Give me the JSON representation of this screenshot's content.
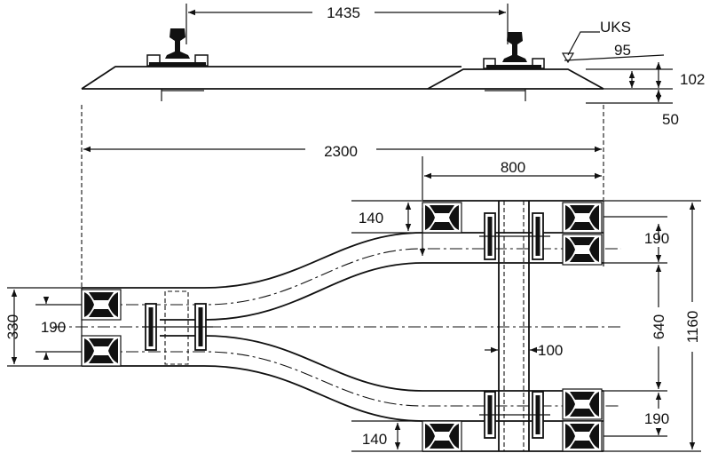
{
  "labels": {
    "gauge": "1435",
    "uks": "UKS",
    "rail_drop": "95",
    "height_total": "102",
    "height_lower": "50",
    "length": "2300",
    "head_length": "800",
    "pad_left_top": "140",
    "pad_right_top": "190",
    "left_outer": "330",
    "left_inner": "190",
    "middle_span": "640",
    "overall_width": "1160",
    "beam_width": "100",
    "pad_right_bottom": "190",
    "pad_left_bottom": "140"
  }
}
